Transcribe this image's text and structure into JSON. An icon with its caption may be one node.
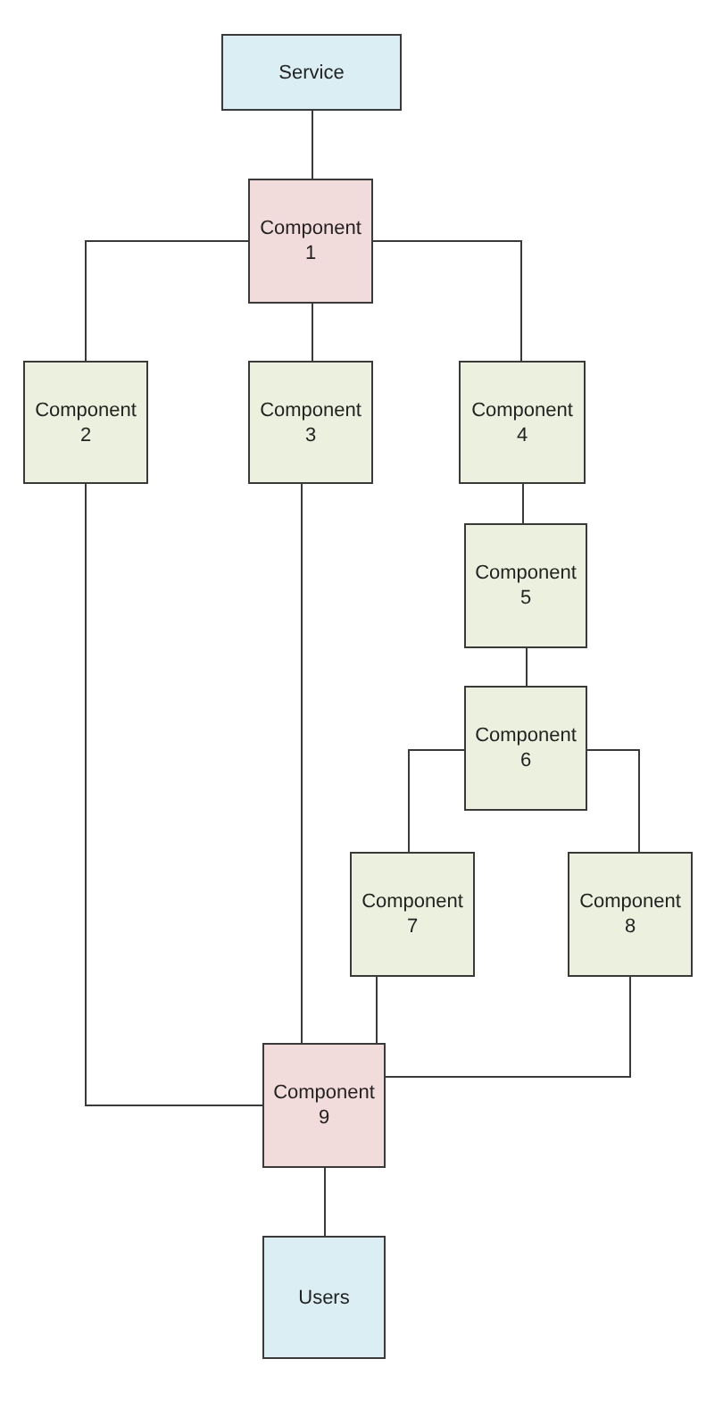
{
  "diagram": {
    "nodes": [
      {
        "text": [
          "Service"
        ]
      },
      {
        "text": [
          "Component 1"
        ]
      },
      {
        "text": [
          "Component 2"
        ]
      },
      {
        "text": [
          "Component 3"
        ]
      },
      {
        "text": [
          "Component 4"
        ]
      },
      {
        "text": [
          "Component 5"
        ]
      },
      {
        "text": [
          "Component 6"
        ]
      },
      {
        "text": [
          "Component 7"
        ]
      },
      {
        "text": [
          "Component 8"
        ]
      },
      {
        "text": [
          "Component 9"
        ]
      },
      {
        "text": [
          "Users"
        ]
      }
    ],
    "edges": [
      {
        "from": 0,
        "to": 1,
        "arrow": "none"
      },
      {
        "from": 1,
        "to": 2,
        "arrow": "none"
      },
      {
        "from": 1,
        "to": 3,
        "arrow": "none"
      },
      {
        "from": 1,
        "to": 4,
        "arrow": "none"
      },
      {
        "from": 4,
        "to": 5,
        "arrow": "none"
      },
      {
        "from": 5,
        "to": 6,
        "arrow": "none"
      },
      {
        "from": 6,
        "to": 7,
        "arrow": "none"
      },
      {
        "from": 6,
        "to": 8,
        "arrow": "none"
      },
      {
        "from": 2,
        "to": 9,
        "arrow": "none"
      },
      {
        "from": 3,
        "to": 9,
        "arrow": "none"
      },
      {
        "from": 7,
        "to": 9,
        "arrow": "none"
      },
      {
        "from": 8,
        "to": 9,
        "arrow": "none"
      },
      {
        "from": 9,
        "to": 10,
        "arrow": "none"
      }
    ]
  }
}
